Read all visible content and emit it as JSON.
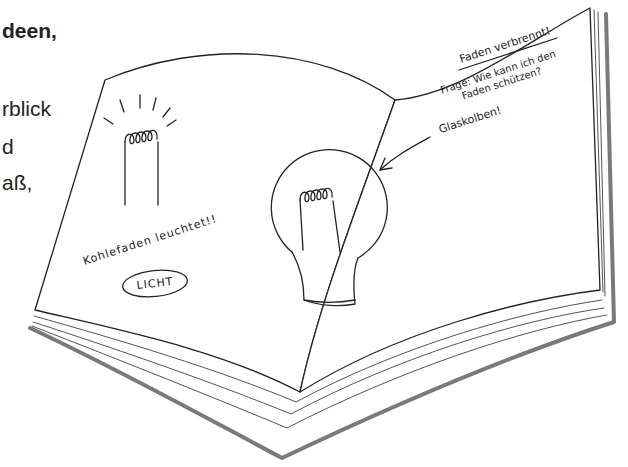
{
  "diagram": {
    "nodes": [
      {
        "text": [
          "LICHT"
        ]
      }
    ],
    "labels": [
      "deen,",
      "rblick",
      "d",
      "aß,",
      "Kohlefaden leuchtet!!",
      "Faden verbrennt!",
      "Frage: Wie kann ich den Faden schützen?",
      "Glaskolben!"
    ]
  }
}
